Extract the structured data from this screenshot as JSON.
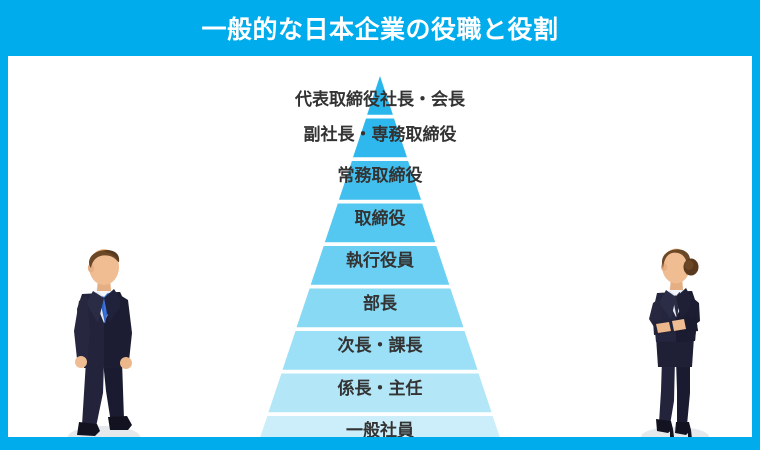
{
  "header": {
    "title": "一般的な日本企業の役職と役割",
    "background_color": "#00ACEC",
    "text_color": "#FFFFFF"
  },
  "panel": {
    "background_color": "#FFFFFF",
    "border_color": "#00ACEC"
  },
  "chart_data": {
    "type": "pyramid",
    "title": "一般的な日本企業の役職と役割",
    "orientation": "top-is-highest-rank",
    "level_count": 9,
    "text_color": "#333333",
    "categories": [
      "代表取締役社長・会長",
      "副社長・専務取締役",
      "常務取締役",
      "取締役",
      "執行役員",
      "部長",
      "次長・課長",
      "係長・主任",
      "一般社員"
    ],
    "levels": [
      {
        "rank": 1,
        "label": "代表取締役社長・会長",
        "color": "#29B6EC",
        "label_overflows_shape": true
      },
      {
        "rank": 2,
        "label": "副社長・専務取締役",
        "color": "#2FB8EE",
        "label_overflows_shape": true
      },
      {
        "rank": 3,
        "label": "常務取締役",
        "color": "#41C0EF",
        "label_overflows_shape": false
      },
      {
        "rank": 4,
        "label": "取締役",
        "color": "#55C8F1",
        "label_overflows_shape": false
      },
      {
        "rank": 5,
        "label": "執行役員",
        "color": "#6ACFF2",
        "label_overflows_shape": false
      },
      {
        "rank": 6,
        "label": "部長",
        "color": "#87D9F4",
        "label_overflows_shape": false
      },
      {
        "rank": 7,
        "label": "次長・課長",
        "color": "#9BE0F6",
        "label_overflows_shape": false
      },
      {
        "rank": 8,
        "label": "係長・主任",
        "color": "#B3E7F8",
        "label_overflows_shape": false
      },
      {
        "rank": 9,
        "label": "一般社員",
        "color": "#CCEEFA",
        "label_overflows_shape": false
      }
    ]
  },
  "figures": {
    "left": {
      "name": "businessman",
      "description": "男性ビジネスパーソン",
      "suit_color": "#20213A",
      "shirt_color": "#E8EEF5",
      "tie_color": "#2E62C4",
      "hair_color": "#6B4726",
      "skin_color": "#F0BC92"
    },
    "right": {
      "name": "businesswoman",
      "description": "女性ビジネスパーソン",
      "suit_color": "#1F2036",
      "shirt_color": "#E8EEF5",
      "tie_color": "#2C2D45",
      "hair_color": "#6B4726",
      "skin_color": "#F0BC92"
    }
  }
}
